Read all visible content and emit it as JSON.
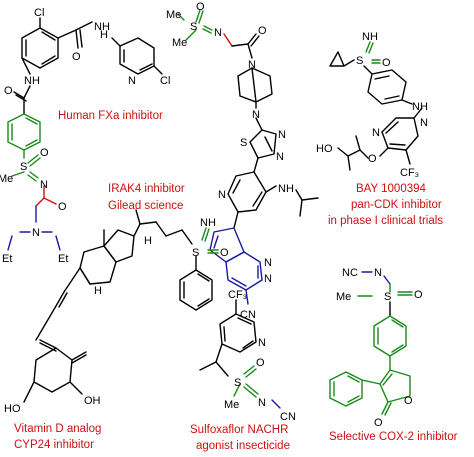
{
  "figure": {
    "labels": {
      "fxa": "Human FXa inhibitor",
      "irak4_l1": "IRAK4 inhibitor",
      "irak4_l2": "Gilead science",
      "bay_l1": "BAY 1000394",
      "bay_l2": "pan-CDK inhibitor",
      "bay_l3": "in phase I clinical trials",
      "vitd_l1": "Vitamin D analog",
      "vitd_l2": "CYP24 inhibitor",
      "sulfox_l1": "Sulfoxaflor NACHR",
      "sulfox_l2": "agonist insecticide",
      "cox2": "Selective COX-2 inhibitor"
    },
    "atoms": {
      "cl1": "Cl",
      "nh1": "NH",
      "o1": "O",
      "nh2": "H",
      "n_py1": "N",
      "cl2": "Cl",
      "o2": "O",
      "s1": "S",
      "me1": "Me",
      "o3": "O",
      "n1": "N",
      "o4": "O",
      "n2": "N",
      "et1": "Et",
      "et2": "Et",
      "s2": "S",
      "me2": "Me",
      "o5": "O",
      "n3": "N",
      "o6": "O",
      "n4": "N",
      "n5": "N",
      "s3": "S",
      "n6": "N",
      "n7": "N",
      "n8": "N",
      "nh3": "NH",
      "n9": "N",
      "n10": "N",
      "cn1": "CN",
      "s4": "S",
      "nh4": "NH",
      "o7": "O",
      "nh5": "H",
      "n11": "N",
      "n12": "N",
      "ho1": "HO",
      "o8": "O",
      "cf3_1": "CF₃",
      "h1": "H",
      "h2": "H",
      "s5": "S",
      "nh6": "NH",
      "o9": "O",
      "ho2": "HO",
      "oh1": "OH",
      "cf3_2": "CF₃",
      "n13": "N",
      "s6": "S",
      "o10": "O",
      "me3": "Me",
      "n14": "N",
      "cn2": "CN",
      "nc1": "NC",
      "n15": "N",
      "me4": "Me",
      "s7": "S",
      "o11": "O",
      "o12": "O",
      "o13": "O"
    },
    "colors": {
      "label": "#cc1111",
      "green": "#1a8a1a",
      "blue": "#1a1aa6",
      "red": "#cc1111"
    }
  }
}
